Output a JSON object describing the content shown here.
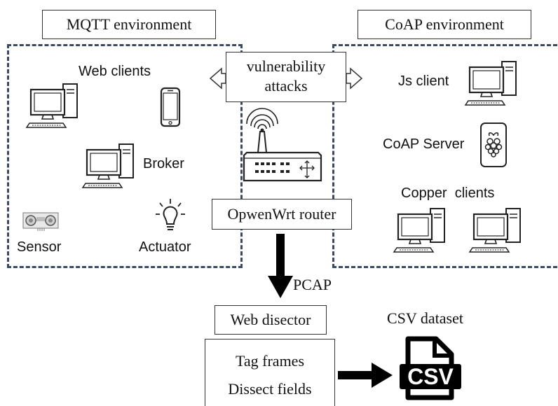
{
  "mqtt": {
    "title": "MQTT environment",
    "web_clients": "Web clients",
    "broker": "Broker",
    "sensor": "Sensor",
    "actuator": "Actuator"
  },
  "coap": {
    "title": "CoAP environment",
    "js_client": "Js client",
    "coap_server": "CoAP Server",
    "copper_clients": "Copper  clients"
  },
  "center": {
    "attacks_line1": "vulnerability",
    "attacks_line2": "attacks",
    "router": "OpwenWrt router",
    "pcap": "PCAP",
    "dissector": "Web disector",
    "tag_frames": "Tag frames",
    "dissect_fields": "Dissect fields",
    "csv_dataset": "CSV dataset",
    "csv_icon_text": "CSV"
  },
  "colors": {
    "border_dashed": "#3a4a63",
    "arrow": "#000000"
  },
  "icons": [
    "desktop-computer-icon",
    "smartphone-icon",
    "router-icon",
    "raspberry-pi-icon",
    "ultrasonic-sensor-icon",
    "light-bulb-icon",
    "csv-file-icon"
  ]
}
